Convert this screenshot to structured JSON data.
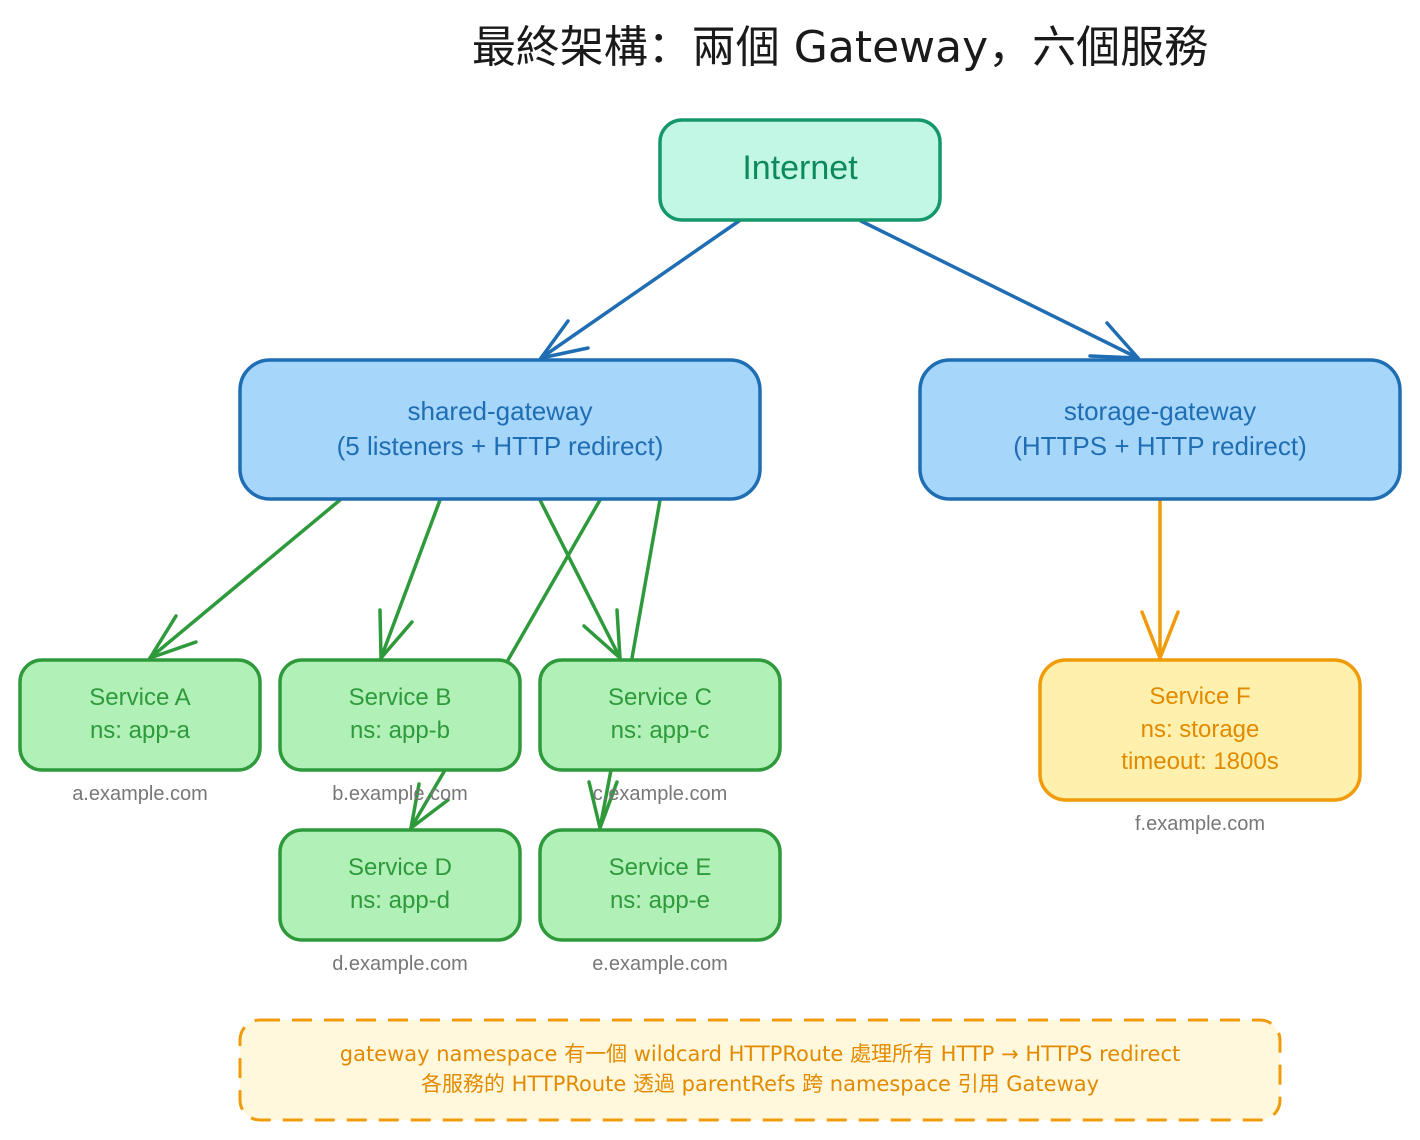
{
  "title": "最終架構：兩個 Gateway，六個服務",
  "nodes": {
    "internet": {
      "label": "Internet"
    },
    "shared_gateway": {
      "line1": "shared-gateway",
      "line2": "(5 listeners + HTTP redirect)"
    },
    "storage_gateway": {
      "line1": "storage-gateway",
      "line2": "(HTTPS + HTTP redirect)"
    },
    "service_a": {
      "name": "Service A",
      "ns": "ns: app-a",
      "domain": "a.example.com"
    },
    "service_b": {
      "name": "Service B",
      "ns": "ns: app-b",
      "domain": "b.example.com"
    },
    "service_c": {
      "name": "Service C",
      "ns": "ns: app-c",
      "domain": "c.example.com"
    },
    "service_d": {
      "name": "Service D",
      "ns": "ns: app-d",
      "domain": "d.example.com"
    },
    "service_e": {
      "name": "Service E",
      "ns": "ns: app-e",
      "domain": "e.example.com"
    },
    "service_f": {
      "name": "Service F",
      "ns": "ns: storage",
      "timeout": "timeout: 1800s",
      "domain": "f.example.com"
    }
  },
  "note": {
    "line1": "gateway namespace 有一個 wildcard HTTPRoute 處理所有 HTTP → HTTPS redirect",
    "line2": "各服務的 HTTPRoute 透過 parentRefs 跨 namespace 引用 Gateway"
  },
  "colors": {
    "internet_fill": "#c2f6e5",
    "internet_stroke": "#14976b",
    "gateway_fill": "#a6d7fb",
    "gateway_stroke": "#1f6db3",
    "service_fill": "#b1f0b6",
    "service_stroke": "#2e9a3c",
    "storage_fill": "#fff0ad",
    "storage_stroke": "#f09b0a",
    "note_fill": "#fff8dc",
    "note_stroke": "#f09b0a"
  }
}
